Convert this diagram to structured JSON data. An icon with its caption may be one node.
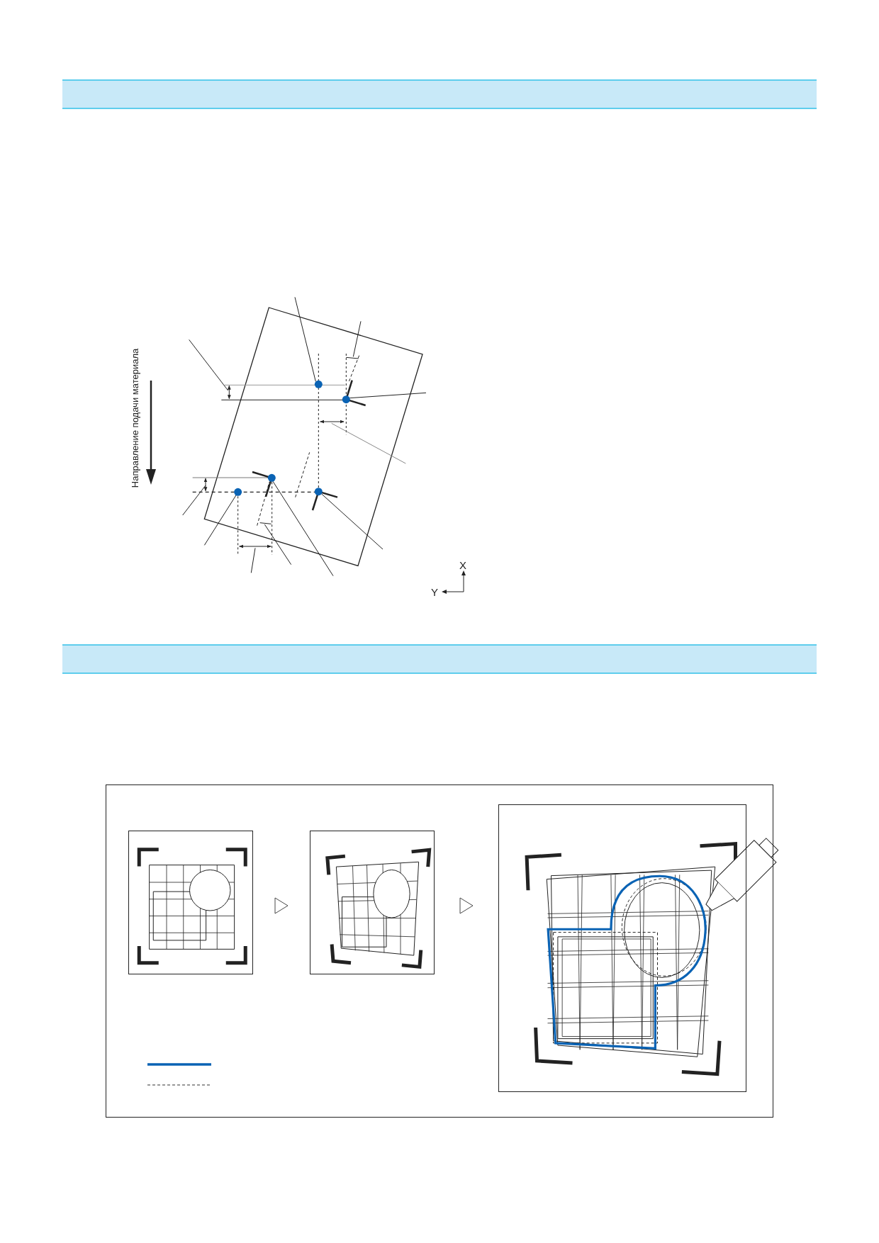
{
  "diagram": {
    "nodes": [
      {
        "text": [],
        "shape": "box"
      },
      {
        "text": [],
        "shape": "box",
        "in": 0
      },
      {
        "text": [],
        "shape": "box",
        "in": 0
      },
      {
        "text": [],
        "shape": "box",
        "in": 0
      }
    ],
    "edges": [
      {
        "from": 1,
        "to": 2,
        "arrow": "to"
      },
      {
        "from": 2,
        "to": 3,
        "arrow": "to"
      }
    ],
    "labels": [
      "Направление подачи материала",
      "X",
      "Y"
    ]
  }
}
